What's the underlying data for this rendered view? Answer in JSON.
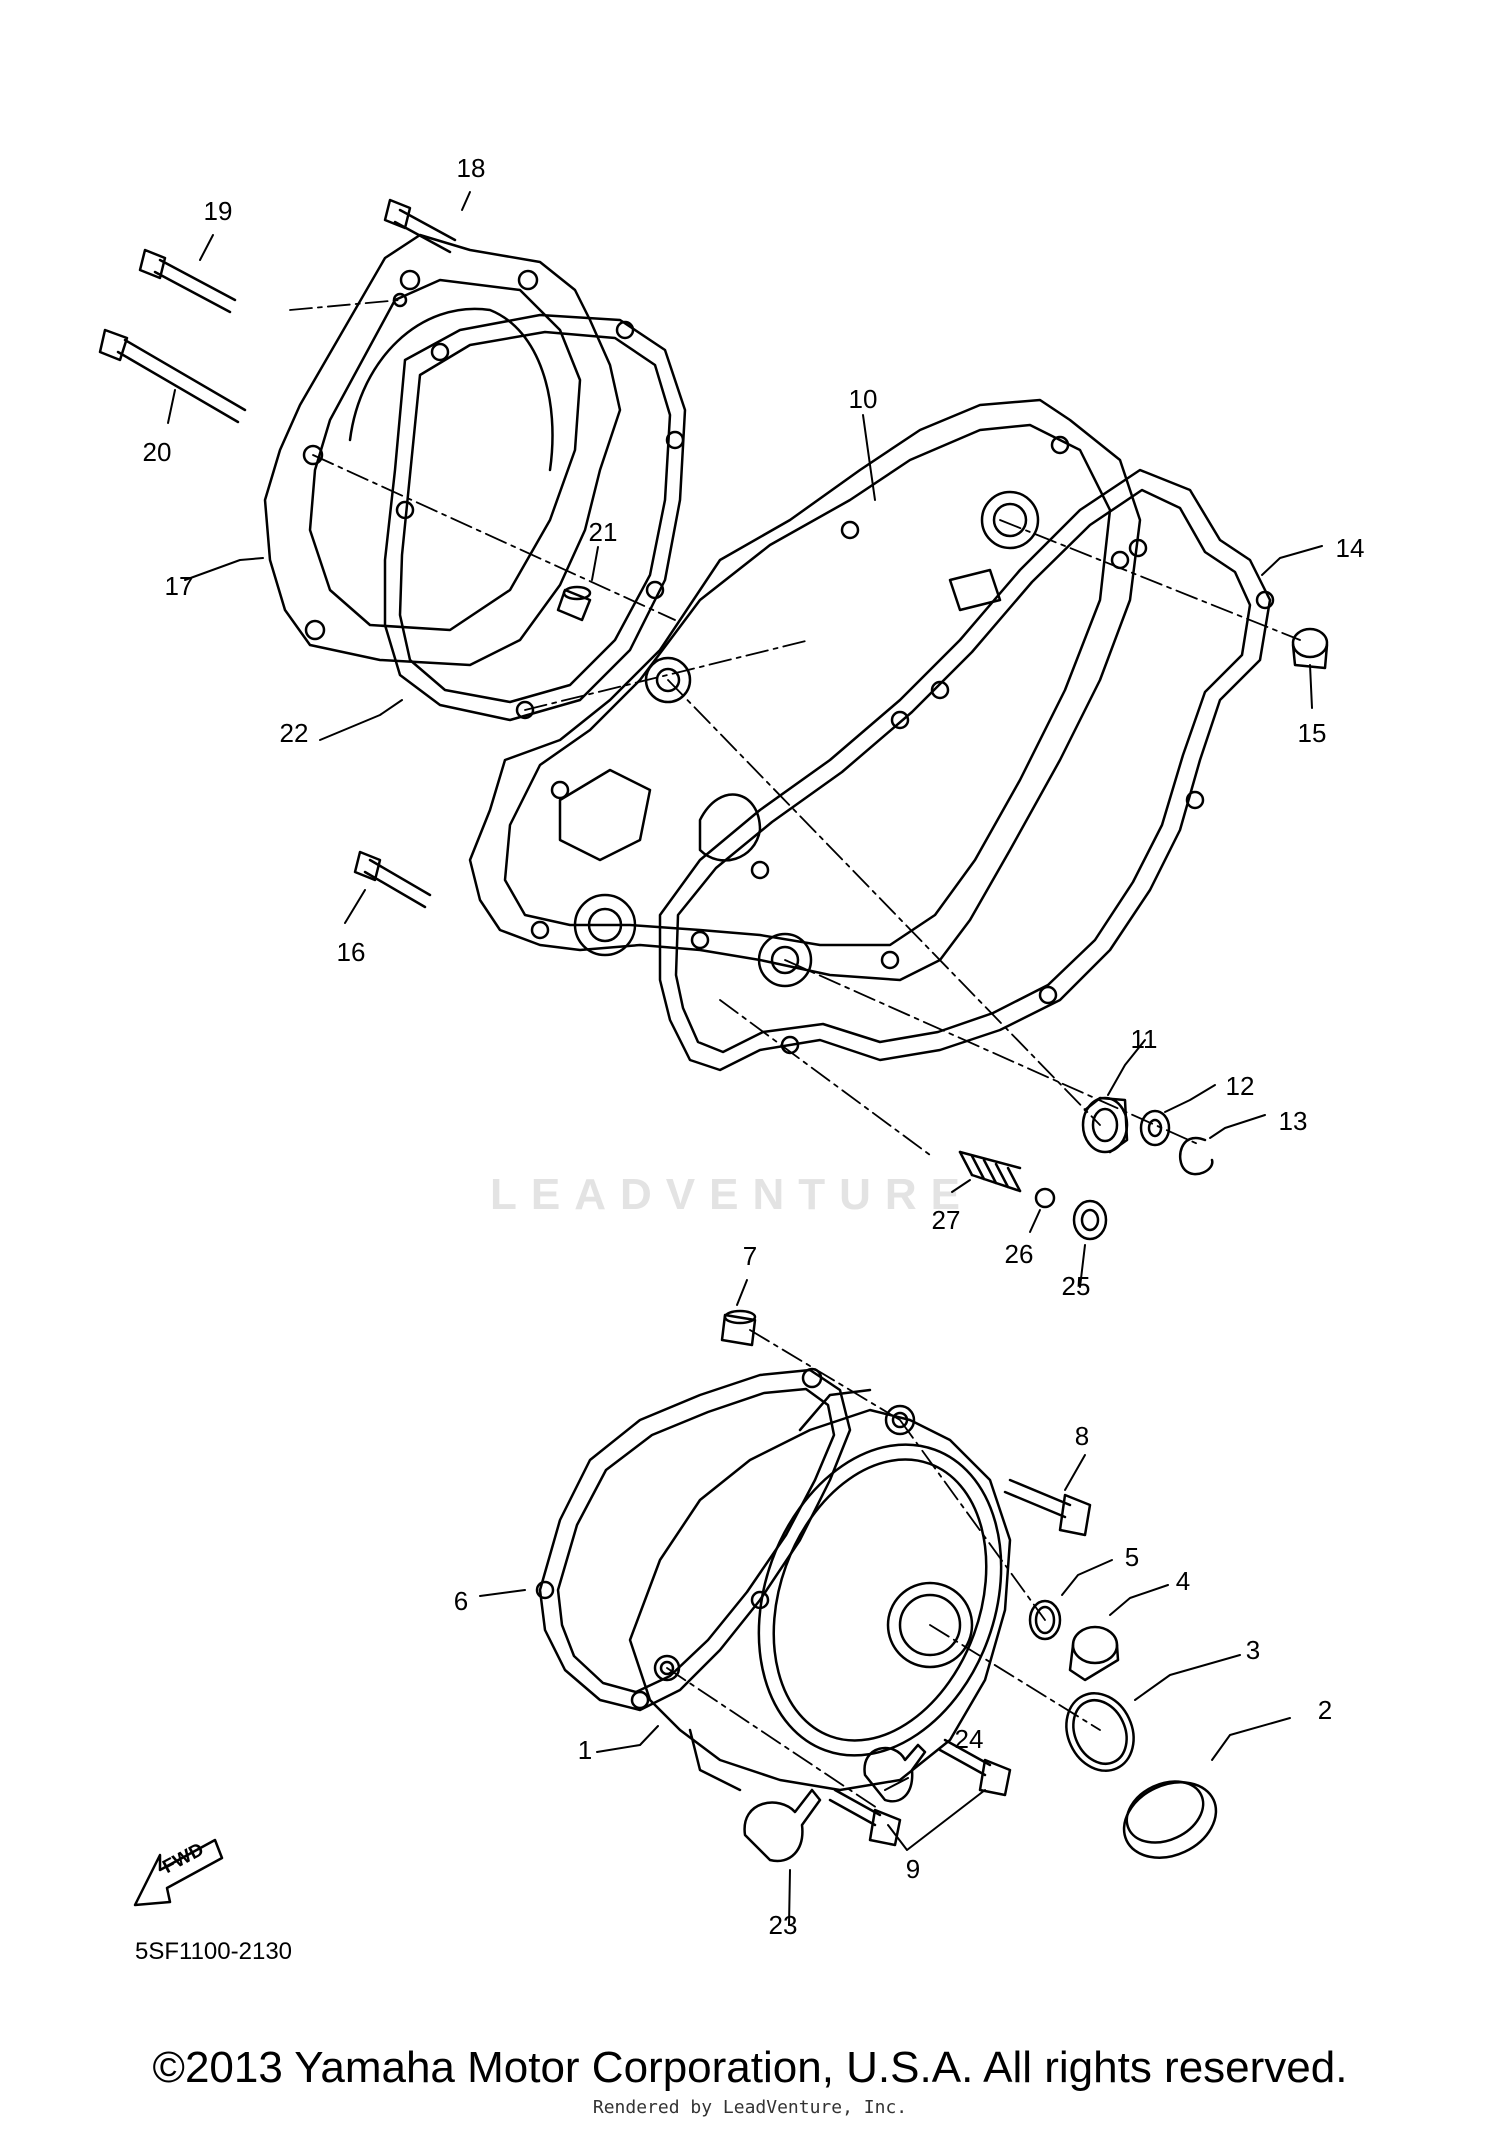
{
  "parts": {
    "p1": "1",
    "p2": "2",
    "p3": "3",
    "p4": "4",
    "p5": "5",
    "p6": "6",
    "p7": "7",
    "p8": "8",
    "p9": "9",
    "p10": "10",
    "p11": "11",
    "p12": "12",
    "p13": "13",
    "p14": "14",
    "p15": "15",
    "p16": "16",
    "p17": "17",
    "p18": "18",
    "p19": "19",
    "p20": "20",
    "p21": "21",
    "p22": "22",
    "p23": "23",
    "p24": "24",
    "p25": "25",
    "p26": "26",
    "p27": "27"
  },
  "fwd_marker": "FWD",
  "diagram_code": "5SF1100-2130",
  "watermark": "LEADVENTURE",
  "copyright": "©2013 Yamaha Motor Corporation, U.S.A. All rights reserved.",
  "rendered_by": "Rendered by LeadVenture, Inc."
}
